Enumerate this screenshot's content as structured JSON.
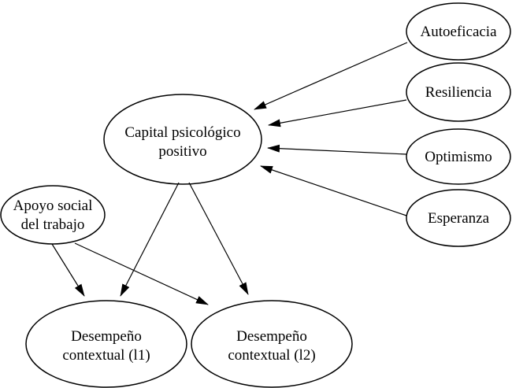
{
  "figure": {
    "background_color": "#ffffff",
    "line_color": "#000000",
    "nodes": {
      "autoeficacia": {
        "label": "Autoeficacia",
        "lines": [
          "Autoeficacia"
        ]
      },
      "resiliencia": {
        "label": "Resiliencia",
        "lines": [
          "Resiliencia"
        ]
      },
      "optimismo": {
        "label": "Optimismo",
        "lines": [
          "Optimismo"
        ]
      },
      "esperanza": {
        "label": "Esperanza",
        "lines": [
          "Esperanza"
        ]
      },
      "capital_psicologico": {
        "label": "Capital psicológico positivo",
        "lines": [
          "Capital psicológico",
          "positivo"
        ]
      },
      "apoyo_social": {
        "label": "Apoyo social del trabajo",
        "lines": [
          "Apoyo social",
          "del trabajo"
        ]
      },
      "desempeno_l1": {
        "label": "Desempeño contextual (l1)",
        "lines": [
          "Desempeño",
          "contextual (l1)"
        ]
      },
      "desempeno_l2": {
        "label": "Desempeño contextual (l2)",
        "lines": [
          "Desempeño",
          "contextual (l2)"
        ]
      }
    },
    "edges": [
      {
        "from": "autoeficacia",
        "to": "capital_psicologico"
      },
      {
        "from": "resiliencia",
        "to": "capital_psicologico"
      },
      {
        "from": "optimismo",
        "to": "capital_psicologico"
      },
      {
        "from": "esperanza",
        "to": "capital_psicologico"
      },
      {
        "from": "capital_psicologico",
        "to": "desempeno_l1"
      },
      {
        "from": "capital_psicologico",
        "to": "desempeno_l2"
      },
      {
        "from": "apoyo_social",
        "to": "desempeno_l1"
      },
      {
        "from": "apoyo_social",
        "to": "desempeno_l2"
      }
    ]
  }
}
